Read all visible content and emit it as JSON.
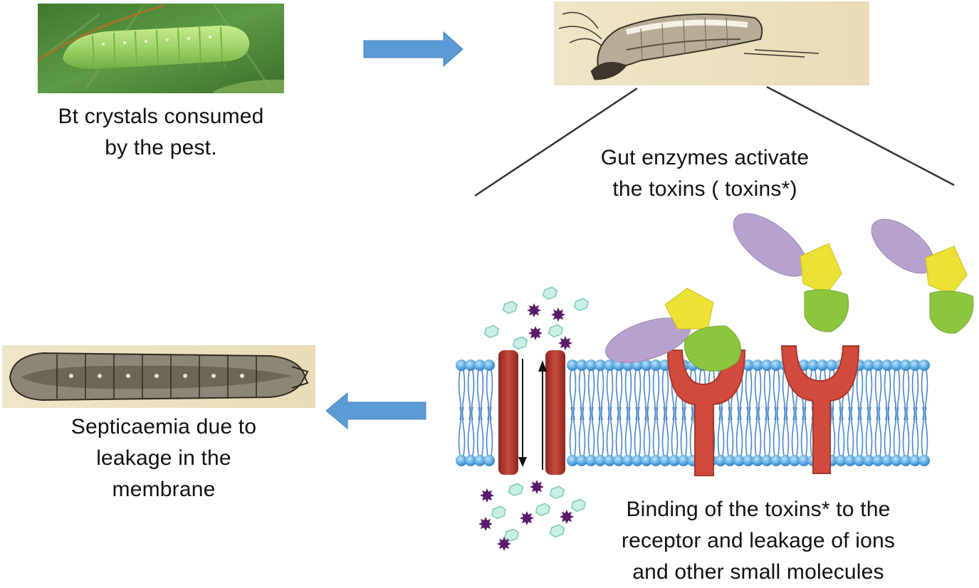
{
  "steps": {
    "consumption": {
      "lines": [
        "Bt crystals consumed",
        "by the pest."
      ]
    },
    "activation": {
      "lines": [
        "Gut enzymes activate",
        "the toxins ( toxins*)"
      ]
    },
    "binding": {
      "lines": [
        "Binding of the toxins* to the",
        "receptor and leakage of ions",
        "and other small molecules"
      ]
    },
    "septicaemia": {
      "lines": [
        "Septicaemia  due to",
        "leakage in the",
        "membrane"
      ]
    }
  },
  "colors": {
    "arrow": "#5b9bd5",
    "lipid_head": "#5aa9e0",
    "lipid_tail": "#4a86c8",
    "receptor": "#d14b3c",
    "channel": "#b83a32",
    "toxin_purple": "#b7a2cf",
    "toxin_yellow": "#ece134",
    "toxin_green": "#8cc63f",
    "ion_purple": "#5b1a6b",
    "molecule_teal": "#c8f0e6",
    "leaf_green": "#4f8a3a",
    "larva_green": "#9fd46a",
    "sketch_bg": "#efe6c9"
  }
}
